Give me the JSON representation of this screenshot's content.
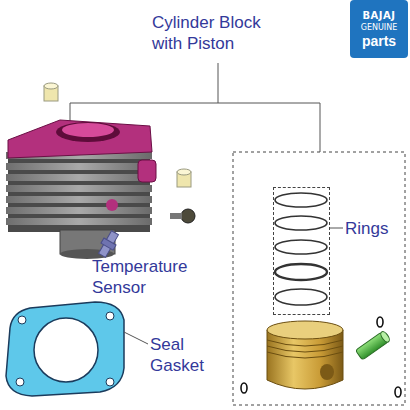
{
  "diagram": {
    "nodes": [
      {
        "text": [
          "BAJAJ",
          "GENUINE",
          "parts"
        ]
      },
      {
        "text": [
          "Rings"
        ]
      }
    ],
    "labels": [
      "Cylinder Block with Piston",
      "Temperature Sensor",
      "Seal Gasket"
    ]
  }
}
